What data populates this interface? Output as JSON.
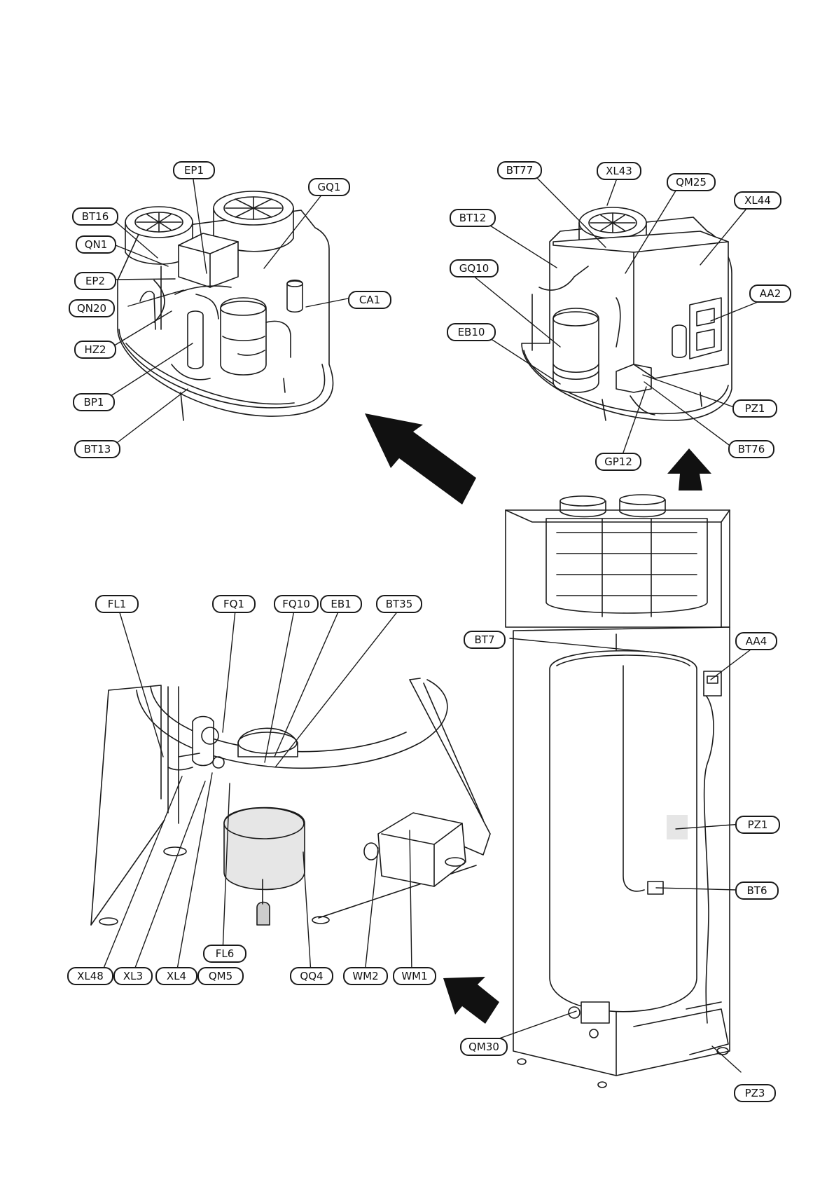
{
  "labels": {
    "EP1": "EP1",
    "GQ1": "GQ1",
    "BT16": "BT16",
    "QN1": "QN1",
    "EP2": "EP2",
    "QN20": "QN20",
    "HZ2": "HZ2",
    "BP1": "BP1",
    "BT13": "BT13",
    "CA1": "CA1",
    "BT77": "BT77",
    "XL43": "XL43",
    "QM25": "QM25",
    "XL44": "XL44",
    "BT12": "BT12",
    "GQ10": "GQ10",
    "EB10": "EB10",
    "AA2": "AA2",
    "PZ1_top": "PZ1",
    "BT76": "BT76",
    "GP12": "GP12",
    "FL1": "FL1",
    "FQ1": "FQ1",
    "FQ10": "FQ10",
    "EB1": "EB1",
    "BT35": "BT35",
    "BT7": "BT7",
    "AA4": "AA4",
    "PZ1_side": "PZ1",
    "BT6": "BT6",
    "XL48": "XL48",
    "XL3": "XL3",
    "XL4": "XL4",
    "FL6": "FL6",
    "QM5": "QM5",
    "QQ4": "QQ4",
    "WM2": "WM2",
    "WM1": "WM1",
    "QM30": "QM30",
    "PZ3": "PZ3"
  }
}
